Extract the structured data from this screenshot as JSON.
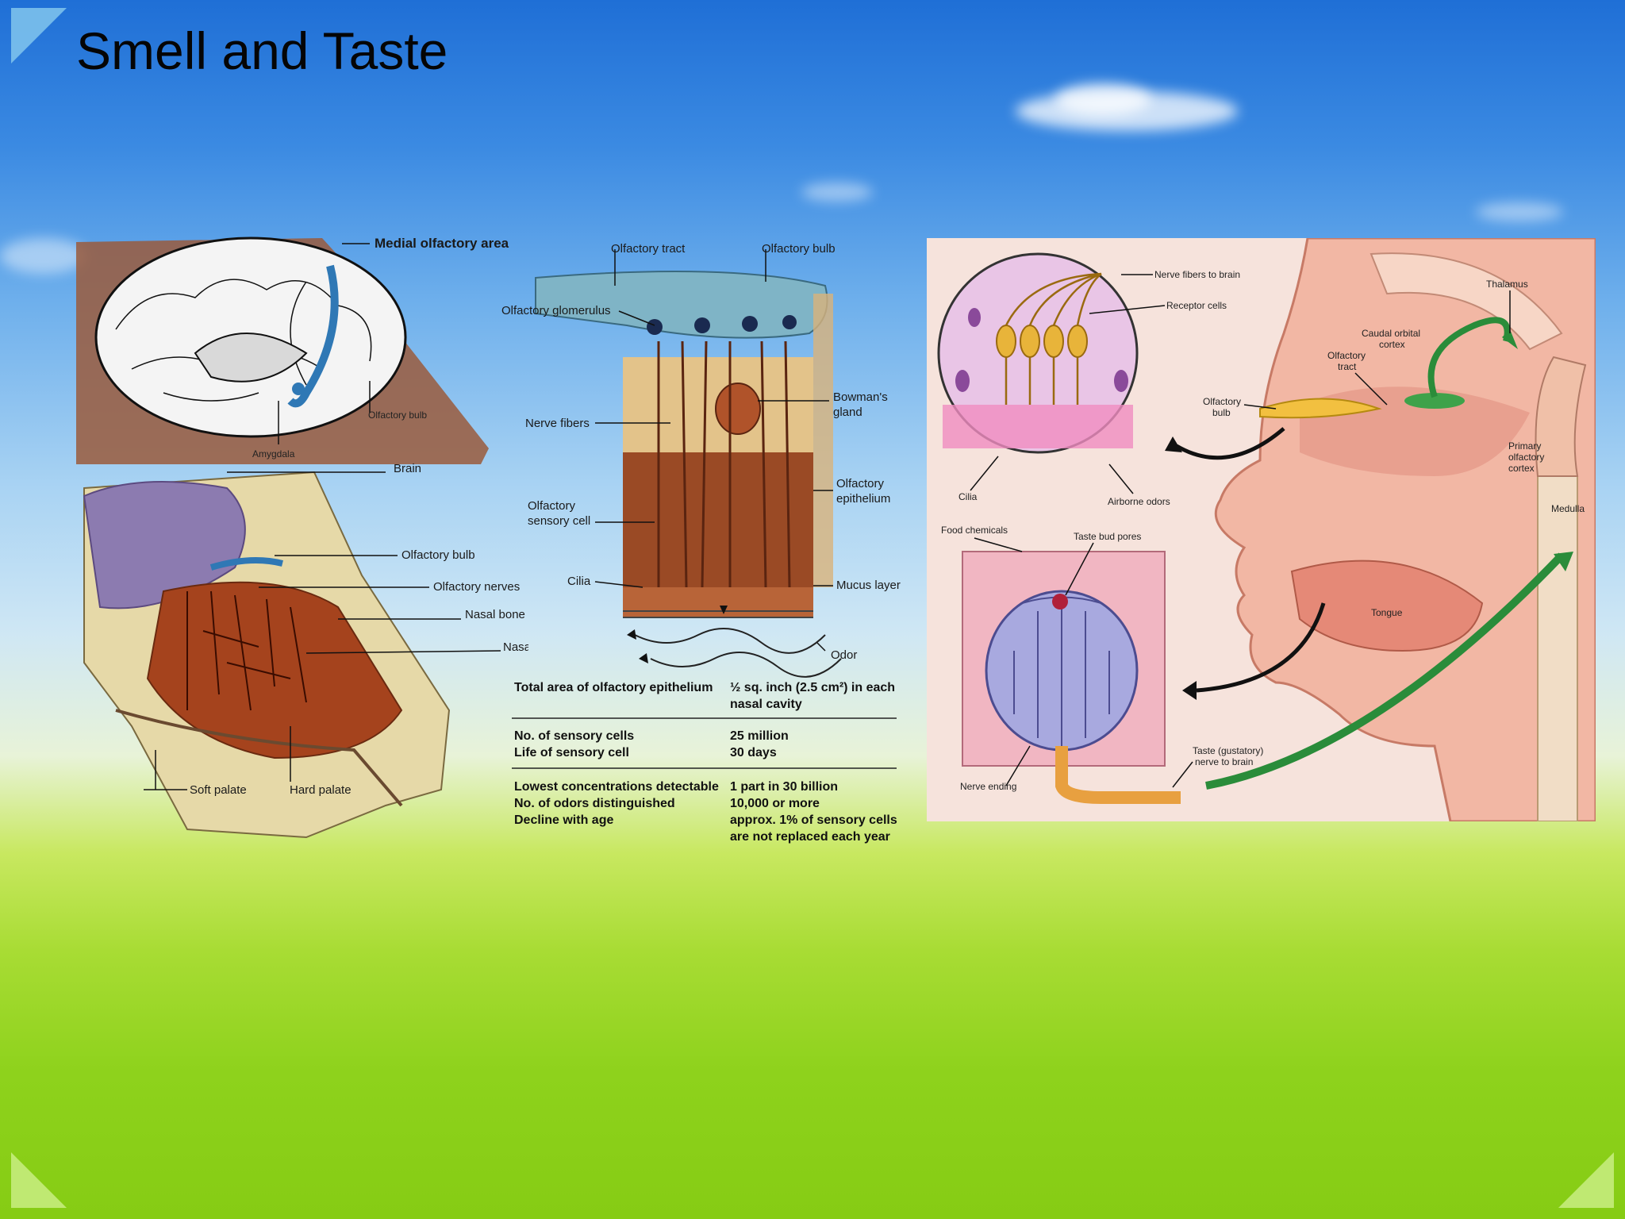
{
  "slide": {
    "title": "Smell and Taste"
  },
  "brain_diagram": {
    "labels": {
      "medial_olfactory_area": "Medial olfactory area",
      "olfactory_bulb_top": "Olfactory bulb",
      "amygdala": "Amygdala",
      "brain": "Brain",
      "olfactory_bulb": "Olfactory bulb",
      "olfactory_nerves": "Olfactory nerves",
      "nasal_bone": "Nasal bone",
      "nasal_conchae": "Nasal conchae",
      "soft_palate": "Soft palate",
      "hard_palate": "Hard palate"
    }
  },
  "epithelium_diagram": {
    "labels": {
      "olfactory_tract": "Olfactory tract",
      "olfactory_bulb": "Olfactory bulb",
      "olfactory_glomerulus": "Olfactory glomerulus",
      "bowmans_gland_1": "Bowman's",
      "bowmans_gland_2": "gland",
      "nerve_fibers": "Nerve fibers",
      "olfactory_epithelium_1": "Olfactory",
      "olfactory_epithelium_2": "epithelium",
      "olfactory_sensory_cell_1": "Olfactory",
      "olfactory_sensory_cell_2": "sensory cell",
      "cilia": "Cilia",
      "mucus_layer": "Mucus layer",
      "odor": "Odor"
    },
    "table": {
      "rows": [
        {
          "left": [
            "Total area of olfactory epithelium"
          ],
          "right": [
            "½ sq. inch (2.5 cm²) in each",
            "nasal cavity"
          ]
        },
        {
          "left": [
            "No. of sensory cells",
            "Life of sensory cell"
          ],
          "right": [
            "25 million",
            "30 days"
          ]
        },
        {
          "left": [
            "Lowest concentrations detectable",
            "No. of odors distinguished",
            "Decline with age"
          ],
          "right": [
            "1 part in 30 billion",
            "10,000 or more",
            "approx. 1% of sensory cells",
            "are not replaced each year"
          ]
        }
      ]
    }
  },
  "taste_diagram": {
    "labels": {
      "nerve_fibers_to_brain": "Nerve fibers to brain",
      "receptor_cells": "Receptor cells",
      "thalamus": "Thalamus",
      "caudal_orbital_cortex_1": "Caudal orbital",
      "caudal_orbital_cortex_2": "cortex",
      "olfactory_tract_1": "Olfactory",
      "olfactory_tract_2": "tract",
      "olfactory_bulb_1": "Olfactory",
      "olfactory_bulb_2": "bulb",
      "primary_olfactory_cortex_1": "Primary",
      "primary_olfactory_cortex_2": "olfactory",
      "primary_olfactory_cortex_3": "cortex",
      "cilia": "Cilia",
      "airborne_odors": "Airborne odors",
      "medulla": "Medulla",
      "food_chemicals": "Food chemicals",
      "taste_bud_pores": "Taste bud pores",
      "tongue": "Tongue",
      "taste_nerve_1": "Taste (gustatory)",
      "taste_nerve_2": "nerve to brain",
      "nerve_ending": "Nerve ending"
    }
  },
  "colors": {
    "sky_top": "#1f6fd6",
    "grass": "#8ed21c",
    "flesh": "#f2b7a4",
    "tissue_brown": "#a5431d",
    "bulb_blue": "#7fb4c6",
    "arrow_green": "#2a8c3a"
  }
}
